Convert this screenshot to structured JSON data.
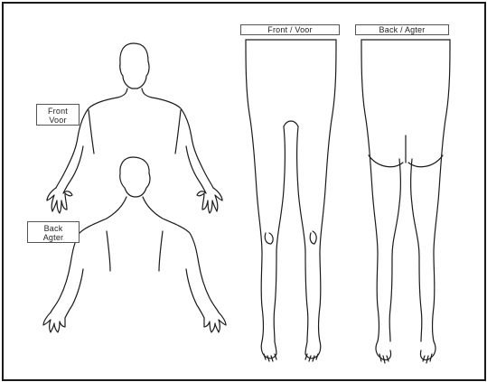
{
  "labels": {
    "front_upper": {
      "line1": "Front",
      "line2": "Voor"
    },
    "back_upper": {
      "line1": "Back",
      "line2": "Agter"
    },
    "front_legs": "Front / Voor",
    "back_legs": "Back / Agter"
  },
  "colors": {
    "ink": "#1a1a1a",
    "background": "#ffffff",
    "label_border": "#555555"
  }
}
